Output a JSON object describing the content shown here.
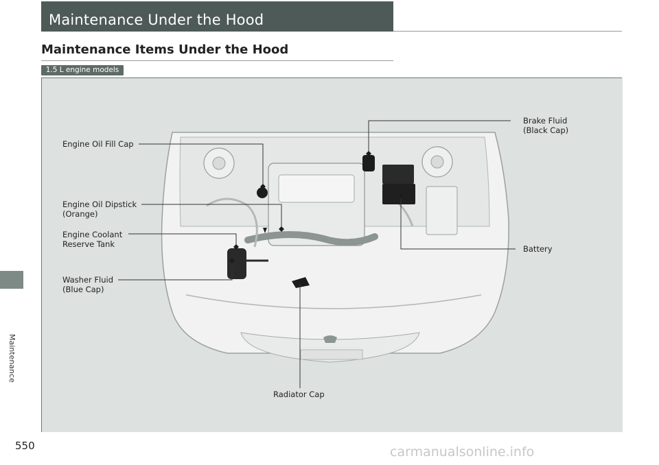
{
  "chapter": {
    "title": "Maintenance Under the Hood",
    "side_label": "Maintenance"
  },
  "section": {
    "title": "Maintenance Items Under the Hood",
    "badge": "1.5 L engine models"
  },
  "callouts": {
    "oil_fill_cap": "Engine Oil Fill Cap",
    "oil_dipstick": "Engine Oil Dipstick\n(Orange)",
    "coolant_tank": "Engine Coolant\nReserve Tank",
    "washer_fluid": "Washer Fluid\n(Blue Cap)",
    "brake_fluid": "Brake Fluid\n(Black Cap)",
    "battery": "Battery",
    "radiator_cap": "Radiator Cap"
  },
  "page_number": "550",
  "watermark": "carmanualsonline.info"
}
